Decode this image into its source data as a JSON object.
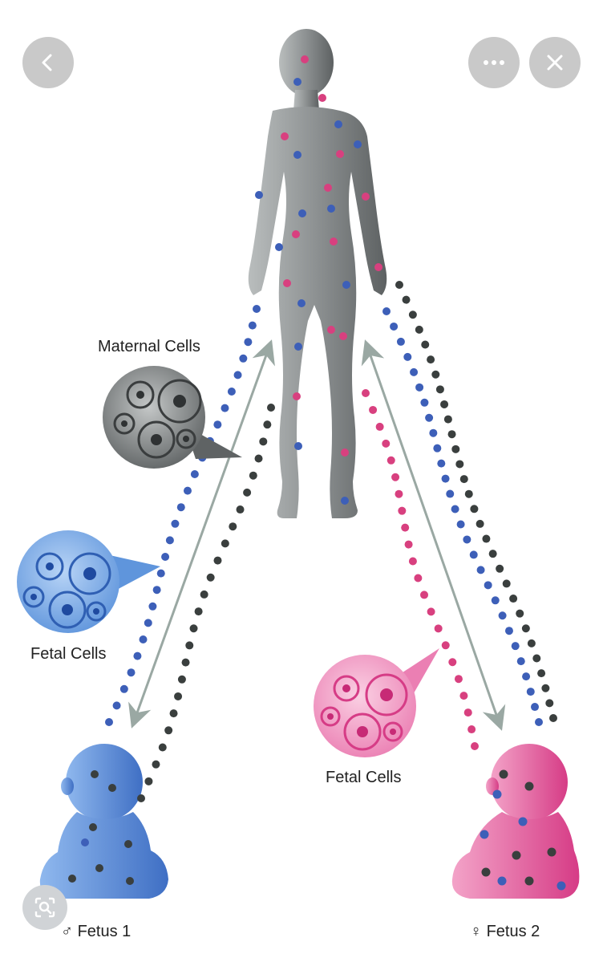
{
  "labels": {
    "maternal_cells": "Maternal Cells",
    "fetal_cells_blue": "Fetal Cells",
    "fetal_cells_pink": "Fetal Cells",
    "fetus_1": "Fetus 1",
    "fetus_2": "Fetus 2",
    "male_symbol": "♂",
    "female_symbol": "♀"
  },
  "controls": {
    "back": "chevron-left-icon",
    "more": "more-horizontal-icon",
    "close": "close-icon",
    "lens": "image-search-icon"
  },
  "colors": {
    "mother": "#8e9193",
    "fetal_blue": "#5b8fd6",
    "fetal_pink": "#e2569a",
    "dot_blue": "#3d5fb8",
    "dot_pink": "#d8407f",
    "dot_dark": "#3a3f3e",
    "arrow": "#9aa8a3"
  }
}
